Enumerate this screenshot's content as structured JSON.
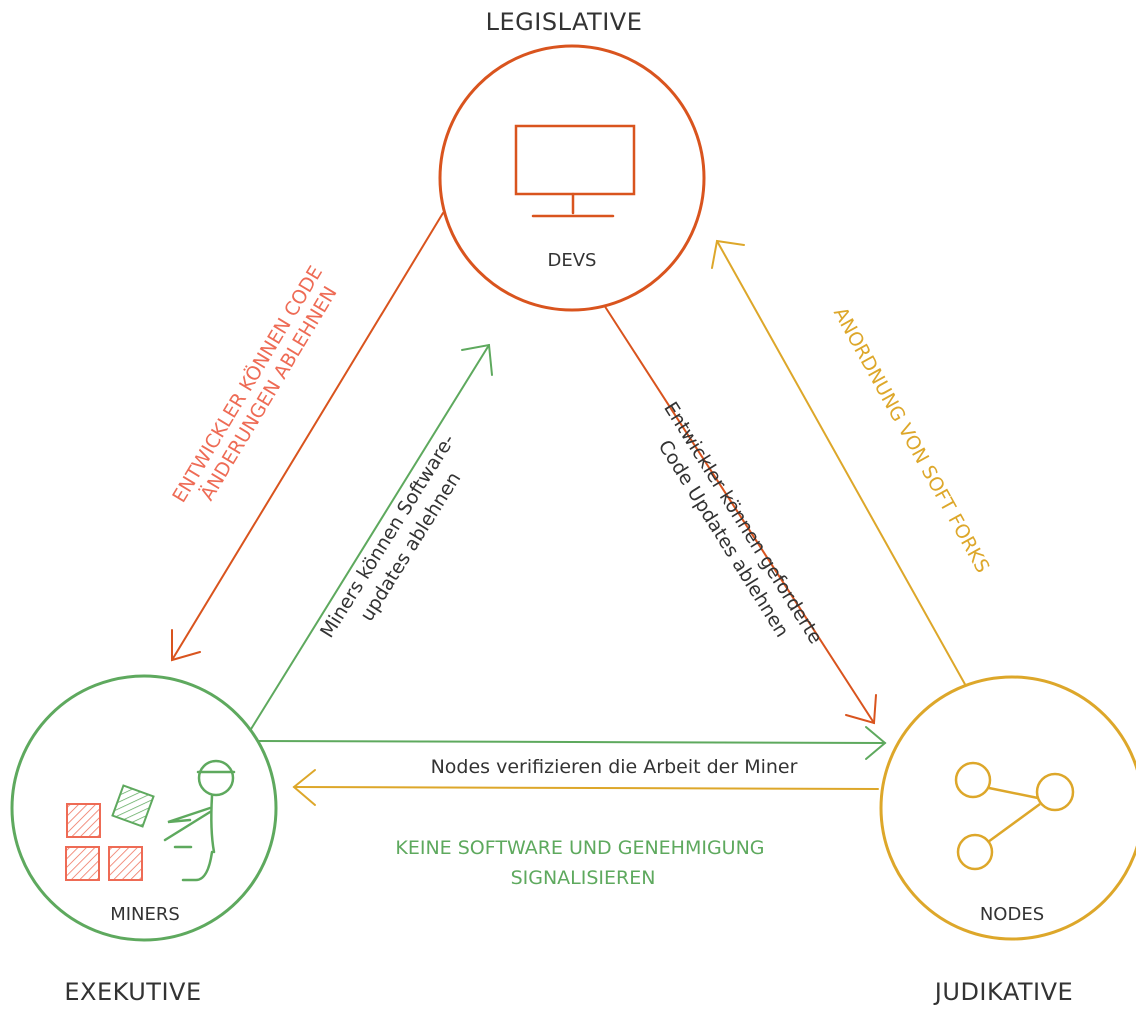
{
  "colors": {
    "devs": "#d9541e",
    "miners": "#5ea95e",
    "nodes": "#dda72a",
    "text": "#333333",
    "box": "#ee6b55"
  },
  "branches": {
    "legislative": "LEGISLATIVE",
    "exekutive": "EXEKUTIVE",
    "judikative": "JUDIKATIVE"
  },
  "nodes": {
    "devs": {
      "label": "DEVS",
      "icon": "monitor-icon"
    },
    "miners": {
      "label": "MINERS",
      "icon": "miner-worker-icon"
    },
    "nodes": {
      "label": "NODES",
      "icon": "share-network-icon"
    }
  },
  "edges": {
    "devs_to_miners": [
      "ENTWICKLER KÖNNEN CODE",
      "ÄNDERUNGEN ABLEHNEN"
    ],
    "miners_to_devs": [
      "Miners können Software-",
      "updates ablehnen"
    ],
    "devs_to_nodes": [
      "Entwickler können geforderte",
      "Code Updates ablehnen"
    ],
    "nodes_to_devs": "ANORDNUNG VON SOFT FORKS",
    "nodes_to_miners": "Nodes verifizieren die Arbeit der Miner",
    "miners_to_nodes": [
      "KEINE SOFTWARE UND GENEHMIGUNG",
      "SIGNALISIEREN"
    ]
  }
}
